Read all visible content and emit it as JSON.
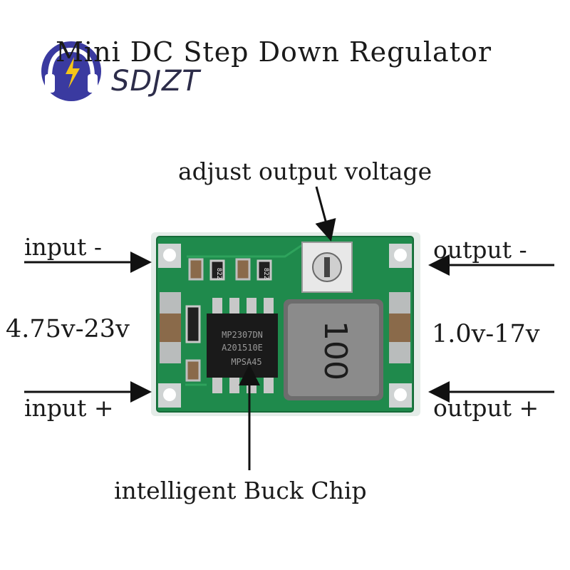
{
  "title": "Mini DC Step Down Regulator",
  "brand": {
    "name": "SDJZT",
    "logo_icon": "headphones-lightning-icon",
    "logo_color": "#3a3aa0"
  },
  "labels": {
    "adjust": "adjust output voltage",
    "input_neg": "input -",
    "input_pos": "input +",
    "output_neg": "output -",
    "output_pos": "output +",
    "input_range": "4.75v-23v",
    "output_range": "1.0v-17v",
    "chip": "intelligent Buck Chip"
  },
  "board": {
    "pcb_color": "#1f8a4c",
    "chip_marking": [
      "MP2307DN",
      "A201510E",
      "MPSA45"
    ],
    "inductor_marking": "100",
    "resistor_marking": "822"
  }
}
